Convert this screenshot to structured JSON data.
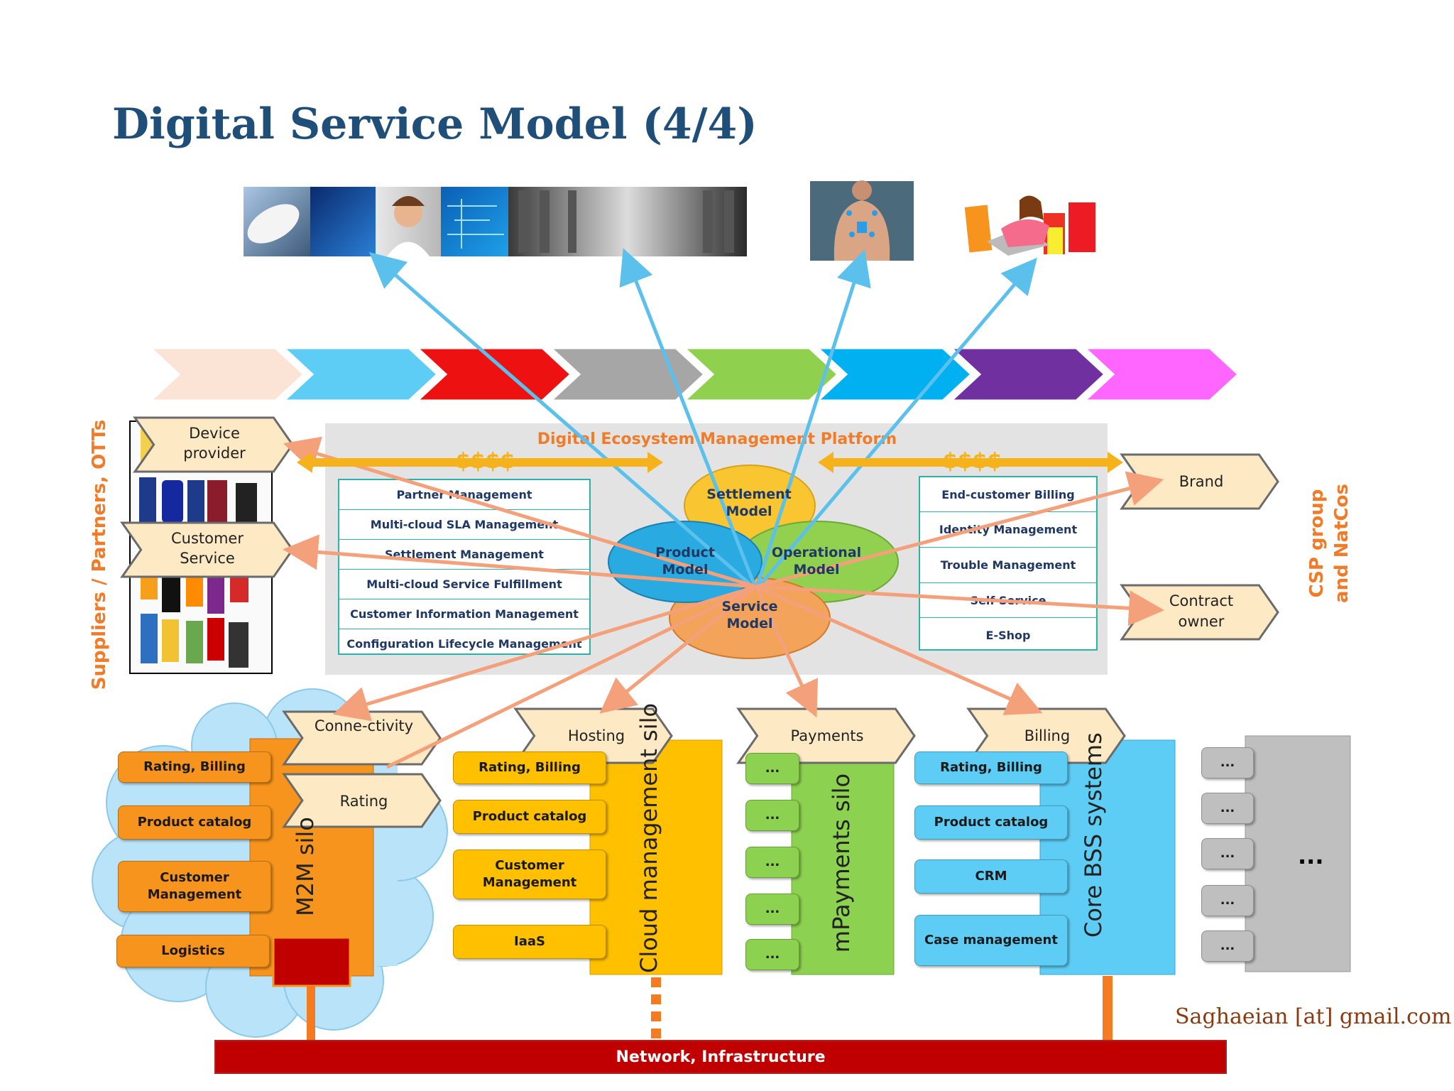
{
  "title": "Digital Service Model (4/4)",
  "platform": {
    "title": "Digital Ecosystem Management Platform",
    "dollars_left": "$$$$",
    "dollars_right": "$$$$",
    "left_functions": [
      "Partner Management",
      "Multi-cloud SLA Management",
      "Settlement Management",
      "Multi-cloud Service Fulfillment",
      "Customer Information Management",
      "Configuration Lifecycle Management"
    ],
    "right_functions": [
      "End-customer Billing",
      "Identity Management",
      "Trouble Management",
      "Self Service",
      "E-Shop"
    ],
    "models": {
      "settlement": "Settlement Model",
      "product": "Product Model",
      "operational": "Operational Model",
      "service": "Service Model"
    }
  },
  "left_side": {
    "label": "Suppliers / Partners, OTTs",
    "chevrons": [
      "Device provider",
      "Customer Service"
    ]
  },
  "right_side": {
    "label_line1": "CSP group",
    "label_line2": "and NatCos",
    "chevrons": [
      "Brand",
      "Contract owner"
    ]
  },
  "value_chain_colors": [
    "#fbe3d6",
    "#5ecdf5",
    "#ee1111",
    "#a6a6a6",
    "#8fd14f",
    "#00b0f0",
    "#7030a0",
    "#ff66ff"
  ],
  "silos": {
    "m2m": {
      "label": "M2M silo",
      "chevrons": [
        "Conne-ctivity",
        "Rating"
      ],
      "items": [
        "Rating, Billing",
        "Product catalog",
        "Customer Management",
        "Logistics"
      ]
    },
    "cloud": {
      "label": "Cloud management silo",
      "chevron": "Hosting",
      "items": [
        "Rating, Billing",
        "Product catalog",
        "Customer Management",
        "IaaS"
      ]
    },
    "payments": {
      "label": "mPayments silo",
      "chevron": "Payments",
      "items": [
        "...",
        "...",
        "...",
        "...",
        "..."
      ]
    },
    "bss": {
      "label": "Core BSS systems",
      "chevron": "Billing",
      "items": [
        "Rating, Billing",
        "Product catalog",
        "CRM",
        "Case management"
      ]
    },
    "other": {
      "label": "...",
      "items": [
        "...",
        "...",
        "...",
        "...",
        "..."
      ]
    }
  },
  "network": "Network, Infrastructure",
  "footer": "Saghaeian [at] gmail.com",
  "icons": [
    "satellite-dish-photo",
    "network-cable-photo",
    "call-center-agent-photo",
    "circuit-board-photo",
    "datacenter-photo",
    "wearable-sensors-photo",
    "online-shopper-photo"
  ]
}
